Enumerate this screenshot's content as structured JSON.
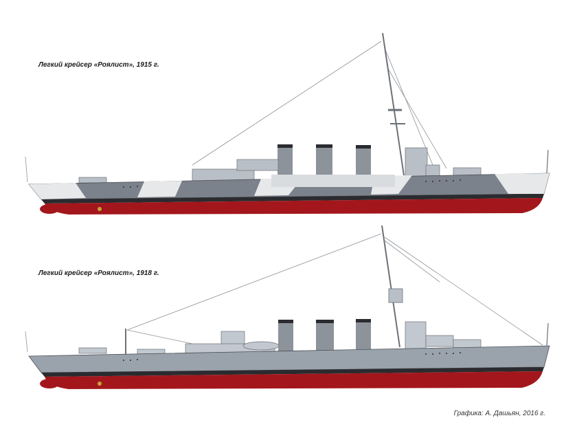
{
  "illustrations": [
    {
      "caption": "Легкий крейсер «Роялист», 1915 г.",
      "camouflage": "dazzle",
      "colors": {
        "hull_upper": "#7b828b",
        "hull_lower": "#a3171c",
        "boot_top": "#2b2b2f",
        "dazzle_light": "#e6e8ea",
        "superstructure": "#b9bfc6"
      }
    },
    {
      "caption": "Легкий крейсер «Роялист», 1918 г.",
      "camouflage": "none",
      "colors": {
        "hull_upper": "#9aa2ab",
        "hull_lower": "#a3171c",
        "boot_top": "#2b2b2f",
        "superstructure": "#c2c8cf"
      }
    }
  ],
  "credit": "Графика: А. Дашьян, 2016 г."
}
